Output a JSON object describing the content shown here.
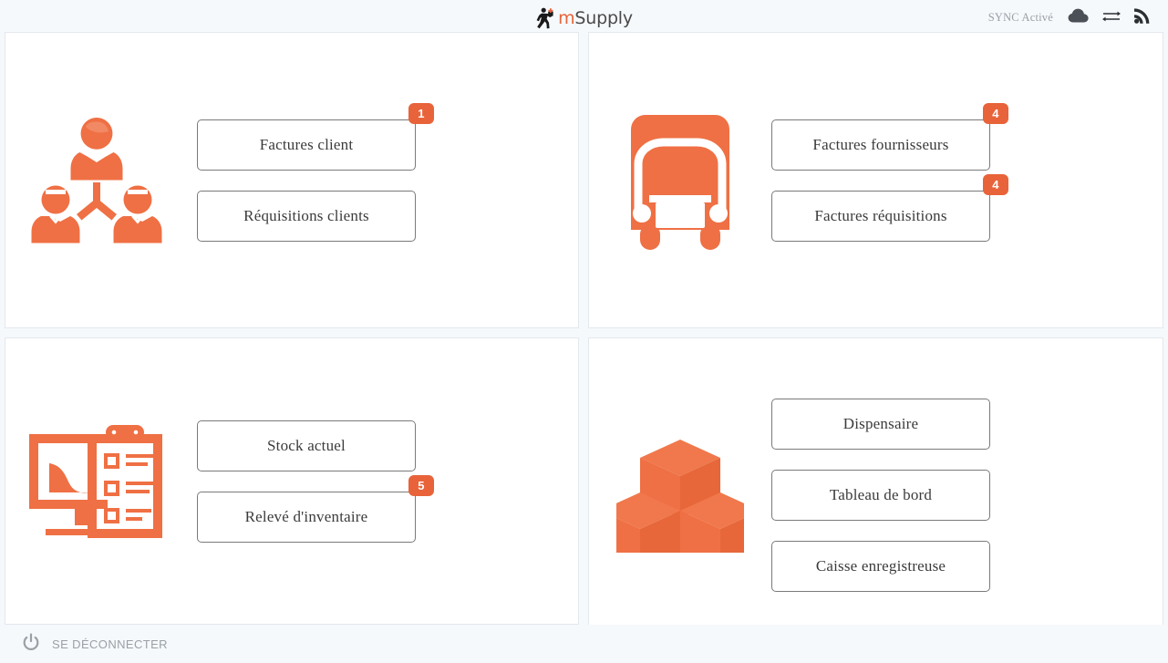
{
  "header": {
    "brand_m": "m",
    "brand_supply": "Supply",
    "brand_icon": "running-man-medical-icon",
    "sync_status": "SYNC Activé",
    "icons": [
      "cloud-icon",
      "sync-arrows-icon",
      "rss-icon"
    ]
  },
  "accent_color": "#e8633a",
  "background_color": "#f6f9fc",
  "card_background": "#ffffff",
  "card_border_color": "#e3e8ee",
  "cards": [
    {
      "name": "customers-card",
      "icon": "customers-group-icon",
      "buttons": [
        {
          "label": "Factures client",
          "badge": "1"
        },
        {
          "label": "Réquisitions clients",
          "badge": ""
        }
      ]
    },
    {
      "name": "suppliers-card",
      "icon": "truck-icon",
      "buttons": [
        {
          "label": "Factures fournisseurs",
          "badge": "4"
        },
        {
          "label": "Factures réquisitions",
          "badge": "4"
        }
      ]
    },
    {
      "name": "stock-card",
      "icon": "monitor-clipboard-icon",
      "buttons": [
        {
          "label": "Stock actuel",
          "badge": ""
        },
        {
          "label": "Relevé d'inventaire",
          "badge": "5"
        }
      ]
    },
    {
      "name": "dispensary-card",
      "icon": "boxes-icon",
      "buttons": [
        {
          "label": "Dispensaire",
          "badge": ""
        },
        {
          "label": "Tableau de bord",
          "badge": ""
        },
        {
          "label": "Caisse enregistreuse",
          "badge": ""
        }
      ]
    }
  ],
  "footer": {
    "logout_label": "SE DÉCONNECTER",
    "logout_icon": "power-icon"
  }
}
